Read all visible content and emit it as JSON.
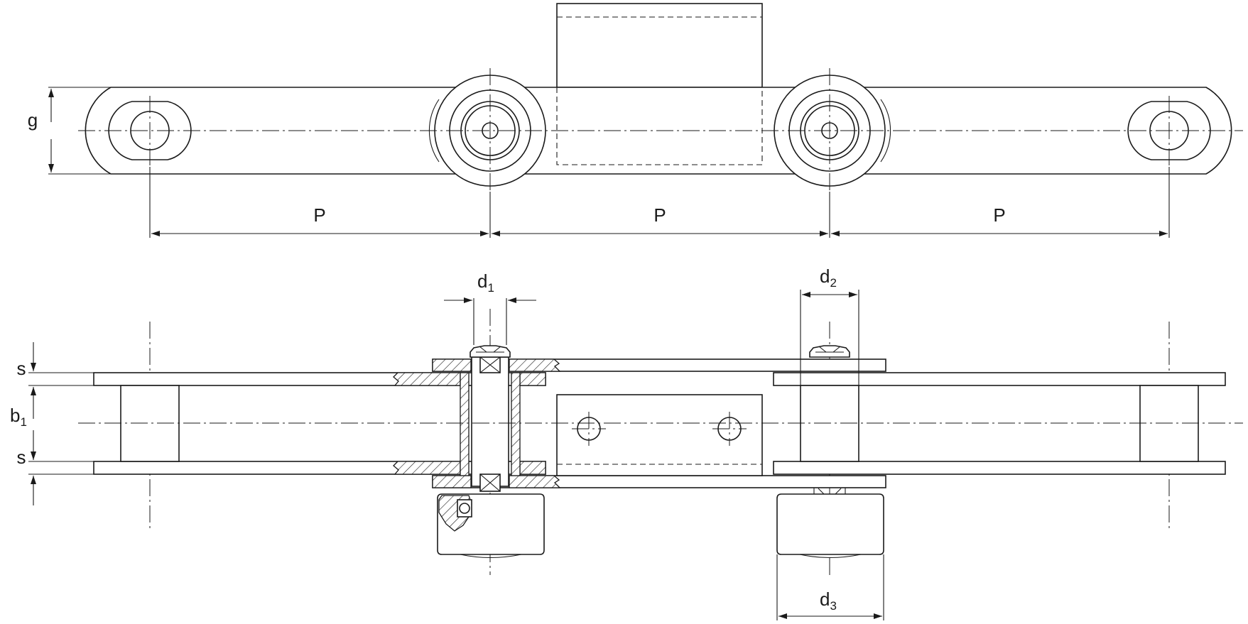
{
  "top_view": {
    "label_g": "g",
    "pitch_labels": [
      "P",
      "P",
      "P"
    ]
  },
  "side_view": {
    "label_s_top": "s",
    "label_b1": {
      "main": "b",
      "sub": "1"
    },
    "label_s_bottom": "s",
    "label_d1": {
      "main": "d",
      "sub": "1"
    },
    "label_d2": {
      "main": "d",
      "sub": "2"
    },
    "label_d3": {
      "main": "d",
      "sub": "3"
    }
  },
  "colors": {
    "line": "#1a1a1a",
    "background": "#ffffff"
  }
}
